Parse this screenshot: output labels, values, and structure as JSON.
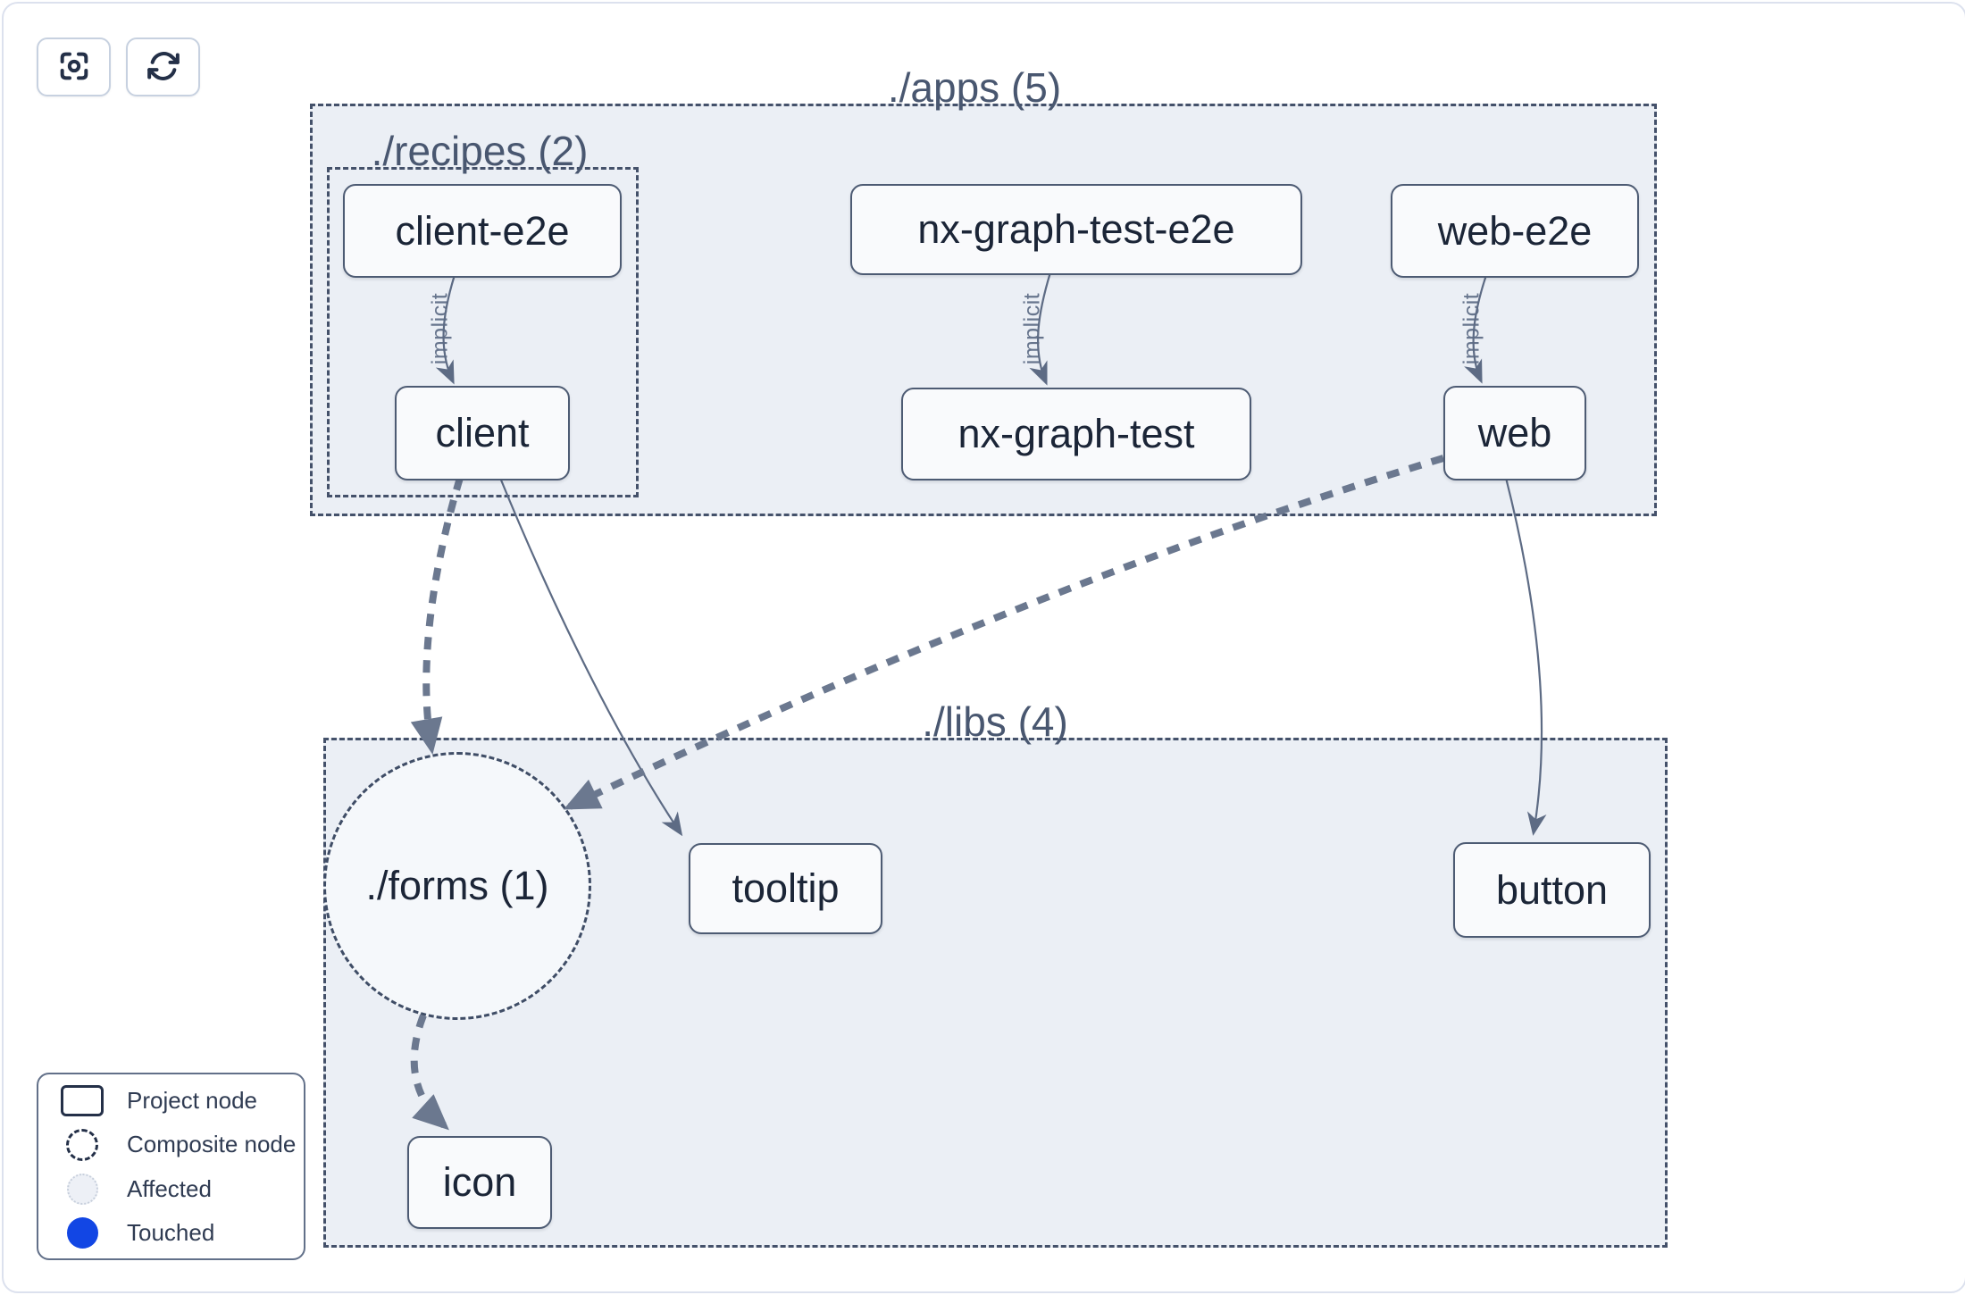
{
  "toolbar": {
    "buttons": [
      {
        "name": "focus",
        "icon": "focus-crosshair-icon"
      },
      {
        "name": "refresh",
        "icon": "refresh-cycle-icon"
      }
    ]
  },
  "groups": {
    "apps": {
      "label": "./apps (5)"
    },
    "recipes": {
      "label": "./recipes (2)"
    },
    "libs": {
      "label": "./libs (4)"
    }
  },
  "nodes": {
    "client_e2e": {
      "label": "client-e2e",
      "kind": "project"
    },
    "nx_graph_test_e2e": {
      "label": "nx-graph-test-e2e",
      "kind": "project"
    },
    "web_e2e": {
      "label": "web-e2e",
      "kind": "project"
    },
    "client": {
      "label": "client",
      "kind": "project"
    },
    "nx_graph_test": {
      "label": "nx-graph-test",
      "kind": "project"
    },
    "web": {
      "label": "web",
      "kind": "project"
    },
    "forms": {
      "label": "./forms (1)",
      "kind": "composite"
    },
    "tooltip": {
      "label": "tooltip",
      "kind": "project"
    },
    "button": {
      "label": "button",
      "kind": "project"
    },
    "icon": {
      "label": "icon",
      "kind": "project"
    }
  },
  "edges": [
    {
      "source": "client-e2e",
      "target": "client",
      "style": "thin",
      "label": "implicit"
    },
    {
      "source": "nx-graph-test-e2e",
      "target": "nx-graph-test",
      "style": "thin",
      "label": "implicit"
    },
    {
      "source": "web-e2e",
      "target": "web",
      "style": "thin",
      "label": "implicit"
    },
    {
      "source": "client",
      "target": "./forms (1)",
      "style": "thick-dashed",
      "label": ""
    },
    {
      "source": "client",
      "target": "tooltip",
      "style": "thin",
      "label": ""
    },
    {
      "source": "web",
      "target": "./forms (1)",
      "style": "thick-dashed",
      "label": ""
    },
    {
      "source": "web",
      "target": "button",
      "style": "thin",
      "label": ""
    },
    {
      "source": "./forms (1)",
      "target": "icon",
      "style": "thick-dashed",
      "label": ""
    }
  ],
  "legend": {
    "items": [
      {
        "label": "Project node",
        "icon": "project-node-rect-icon"
      },
      {
        "label": "Composite node",
        "icon": "composite-node-dashed-circle-icon"
      },
      {
        "label": "Affected",
        "icon": "affected-dotted-circle-icon"
      },
      {
        "label": "Touched",
        "icon": "touched-solid-circle-icon"
      }
    ]
  },
  "colors": {
    "touched_blue": "#1246e4",
    "affected_fill": "#edf0f6",
    "group_fill": "#ebeff5",
    "edge_slate": "#6b788f",
    "node_border": "#4d5b73"
  }
}
